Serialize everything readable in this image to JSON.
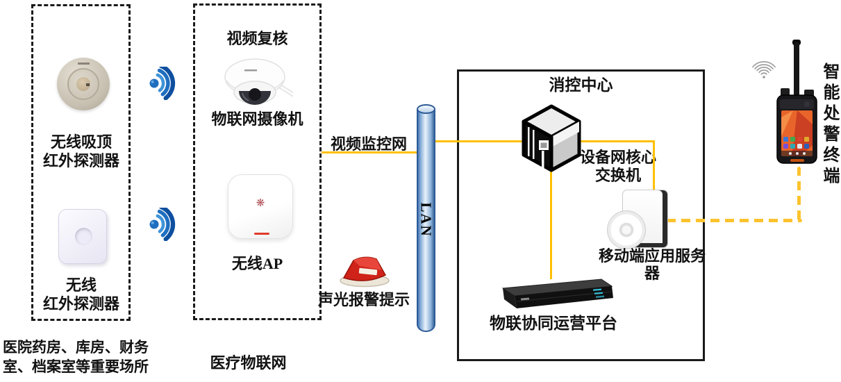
{
  "colors": {
    "line_accent": "#FFC000",
    "wifi_blue": "#1B6EC8",
    "alarm_red": "#CF2218",
    "lan_border": "#2E5B96",
    "box_border": "#1A1A1A"
  },
  "protected_area": {
    "detector1_label": "无线吸顶\n红外探测器",
    "detector2_label": "无线\n红外探测器",
    "caption": "医院药房、库房、财务\n室、档案室等重要场所"
  },
  "iot_network": {
    "review_title": "视频复核",
    "camera_label": "物联网摄像机",
    "ap_label": "无线AP",
    "caption": "医疗物联网"
  },
  "links": {
    "video_net_label": "视频监控网",
    "alarm_label": "声光报警提示",
    "lan_label": "LAN"
  },
  "control_center": {
    "title": "消控中心",
    "switch_label": "设备网核心\n交换机",
    "server_label": "移动端应用服务\n器",
    "platform_label": "物联协同运营平台"
  },
  "terminal": {
    "label": "智能处警终端"
  },
  "icons": {
    "wifi": "wifi-signal-icon",
    "camera": "iot-camera-icon",
    "ap": "wireless-ap-icon",
    "alarm": "sound-light-alarm-icon",
    "switch": "core-switch-icon",
    "server": "app-server-icon",
    "platform": "iot-platform-icon",
    "terminal": "alarm-terminal-icon"
  }
}
